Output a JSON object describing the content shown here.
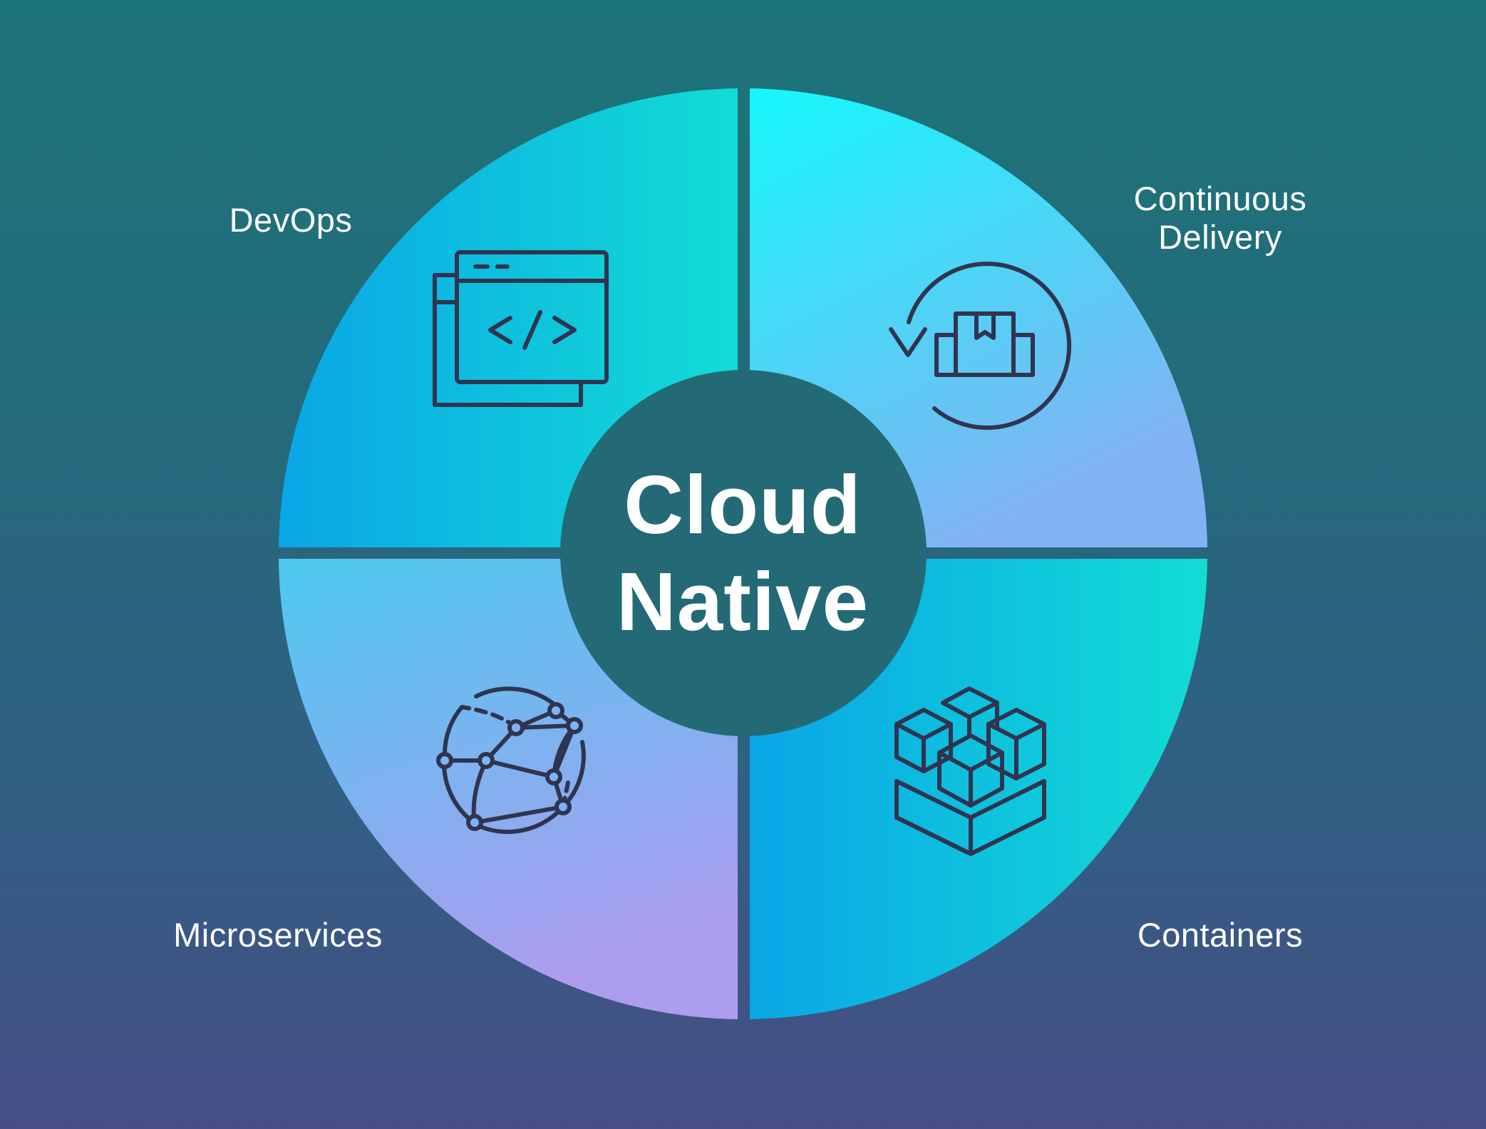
{
  "diagram": {
    "center": {
      "line1": "Cloud",
      "line2": "Native"
    },
    "quadrants": [
      {
        "id": "top-left",
        "label": "DevOps",
        "icon": "code-window-icon"
      },
      {
        "id": "top-right",
        "label": "Continuous\nDelivery",
        "icon": "package-cycle-icon"
      },
      {
        "id": "bottom-left",
        "label": "Microservices",
        "icon": "network-globe-icon"
      },
      {
        "id": "bottom-right",
        "label": "Containers",
        "icon": "stacked-cubes-icon"
      }
    ]
  },
  "colors": {
    "background_top": "#1d7479",
    "background_bottom": "#474d86",
    "center_circle": "#246a76",
    "icon_stroke": "#2f3550",
    "quadrant_devops": [
      "#0ba8e4",
      "#11dcd6"
    ],
    "quadrant_delivery": [
      "#13f6fb",
      "#8ca9f2"
    ],
    "quadrant_microservices": [
      "#4fc7ef",
      "#aaa0ee"
    ],
    "quadrant_containers": [
      "#0ba8e4",
      "#11dcd6"
    ],
    "text": "#ffffff"
  }
}
